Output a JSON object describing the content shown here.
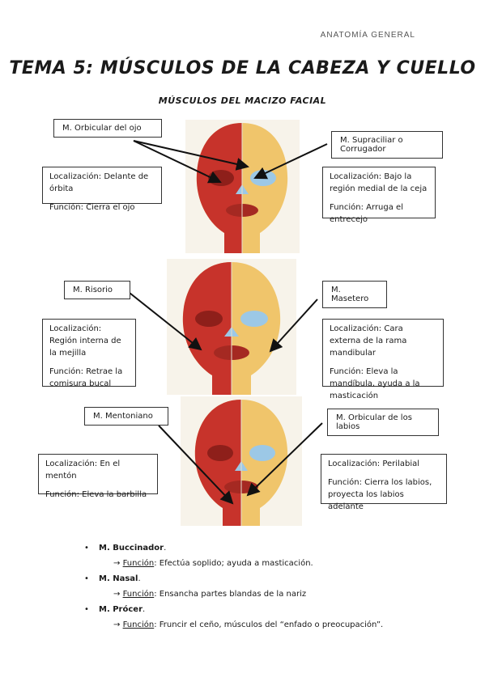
{
  "header": {
    "text": "ANATOMÍA GENERAL"
  },
  "title": "TEMA 5: MÚSCULOS DE LA CABEZA Y CUELLO",
  "subtitle": "MÚSCULOS DEL MACIZO FACIAL",
  "colors": {
    "muscle": "#c7332b",
    "skin": "#f0c56b",
    "bone": "#e8c98e",
    "eye": "#9cc8e6"
  },
  "muscles": [
    {
      "name": "M. Orbicular del ojo",
      "localizacion": "Localización: Delante de órbita",
      "funcion": "Función: Cierra el ojo"
    },
    {
      "name": "M. Supraciliar o  Corrugador",
      "localizacion": "Localización: Bajo la región medial de la ceja",
      "funcion": "Función: Arruga el entrecejo"
    },
    {
      "name": "M. Risorio",
      "localizacion": "Localización: Región interna de la mejilla",
      "funcion": "Función: Retrae la comisura bucal"
    },
    {
      "name": "M. Masetero",
      "localizacion": "Localización: Cara externa de la rama mandibular",
      "funcion": "Función: Eleva la mandíbula, ayuda a la masticación"
    },
    {
      "name": "M. Mentoniano",
      "localizacion": "Localización: En el mentón",
      "funcion": "Función: Eleva la barbilla"
    },
    {
      "name": "M. Orbicular de los labios",
      "localizacion": "Localización: Perilabial",
      "funcion": "Función: Cierra los labios, proyecta los labios adelante"
    }
  ],
  "list": [
    {
      "name": "M. Buccinador",
      "func_label": "Función",
      "func_text": ": Efectúa soplido; ayuda a masticación."
    },
    {
      "name": "M. Nasal",
      "func_label": "Función",
      "func_text": ": Ensancha partes blandas de la nariz"
    },
    {
      "name": "M. Prócer",
      "func_label": "Función",
      "func_text": ": Fruncir el ceño, músculos del “enfado o preocupación”."
    }
  ],
  "arrow_glyph": "→"
}
